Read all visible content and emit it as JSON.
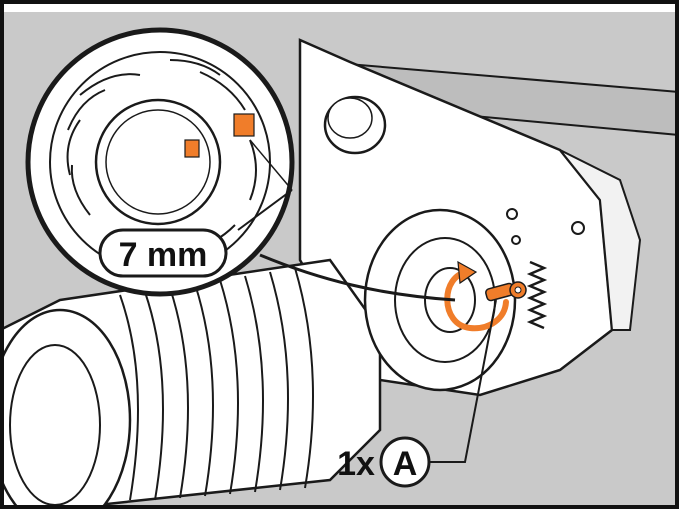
{
  "callouts": {
    "measurement": "7 mm",
    "quantity": "1x",
    "part_letter": "A"
  },
  "colors": {
    "frame": "#111111",
    "background_gray": "#c9c9c9",
    "line_art_fill": "#ffffff",
    "line_art_stroke": "#1a1a1a",
    "accent_orange": "#f07d2a"
  },
  "icons": {
    "rotation": "curved-arrow-icon",
    "hardware": "split-pin-icon"
  }
}
